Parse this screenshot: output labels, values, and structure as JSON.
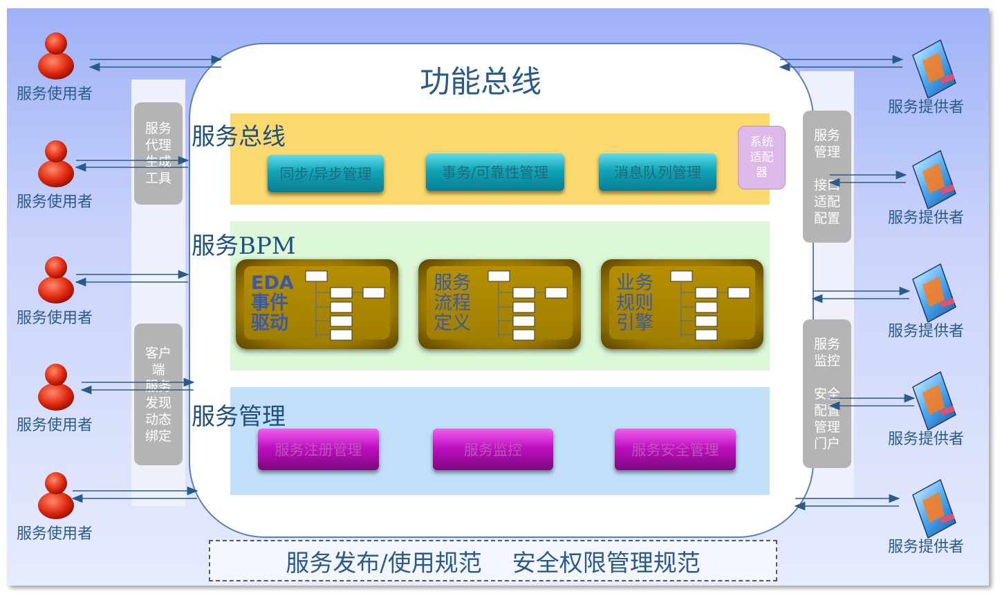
{
  "title": "功能总线",
  "esb": {
    "label": "服务总线",
    "buttons": [
      "同步/异步管理",
      "事务/可靠性管理",
      "消息队列管理"
    ],
    "adapter": "系统\n适配\n器"
  },
  "bpm": {
    "label": "服务BPM",
    "modules": [
      "EDA\n事件\n驱动",
      "服务\n流程\n定义",
      "业务\n规则\n引擎"
    ]
  },
  "mgmt": {
    "label": "服务管理",
    "buttons": [
      "服务注册管理",
      "服务监控",
      "服务安全管理"
    ]
  },
  "left_boxes": [
    "服务\n代理\n生成\n工具",
    "客户\n端\n服务\n发现\n动态\n绑定"
  ],
  "right_boxes": [
    "服务\n管理\n\n接口\n适配\n配置",
    "服务\n监控\n\n安全\n配置\n管理\n门户"
  ],
  "users": [
    "服务使用者",
    "服务使用者",
    "服务使用者",
    "服务使用者",
    "服务使用者"
  ],
  "providers": [
    "服务提供者",
    "服务提供者",
    "服务提供者",
    "服务提供者",
    "服务提供者"
  ],
  "spec": [
    "服务发布/使用规范",
    "安全权限管理规范"
  ],
  "colors": {
    "teal": "#12a4b8",
    "purple": "#c010c0",
    "gold": "#b58f00",
    "title": "#2a5a8a"
  }
}
